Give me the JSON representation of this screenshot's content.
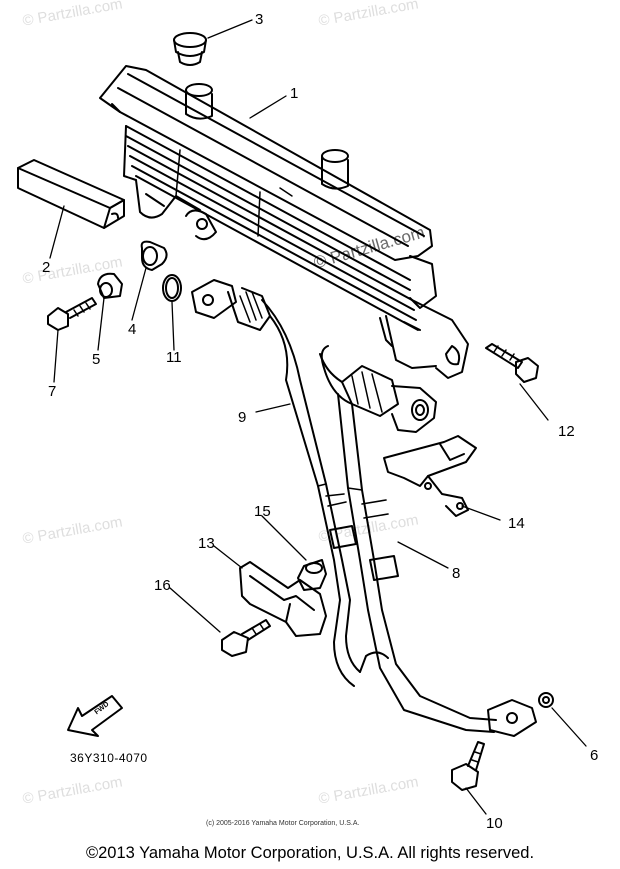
{
  "watermark": "© Partzilla.com",
  "callouts": [
    "1",
    "2",
    "3",
    "4",
    "5",
    "6",
    "7",
    "8",
    "9",
    "10",
    "11",
    "12",
    "13",
    "14",
    "15",
    "16"
  ],
  "diagram_code": "36Y310-4070",
  "forward_arrow_label": "FWD",
  "small_copyright": "(c) 2005-2016 Yamaha Motor Corporation, U.S.A.",
  "footer_copyright": "©2013 Yamaha Motor Corporation, U.S.A. All rights reserved.",
  "colors": {
    "line": "#000000",
    "watermark": "#dedede",
    "background": "#ffffff"
  }
}
